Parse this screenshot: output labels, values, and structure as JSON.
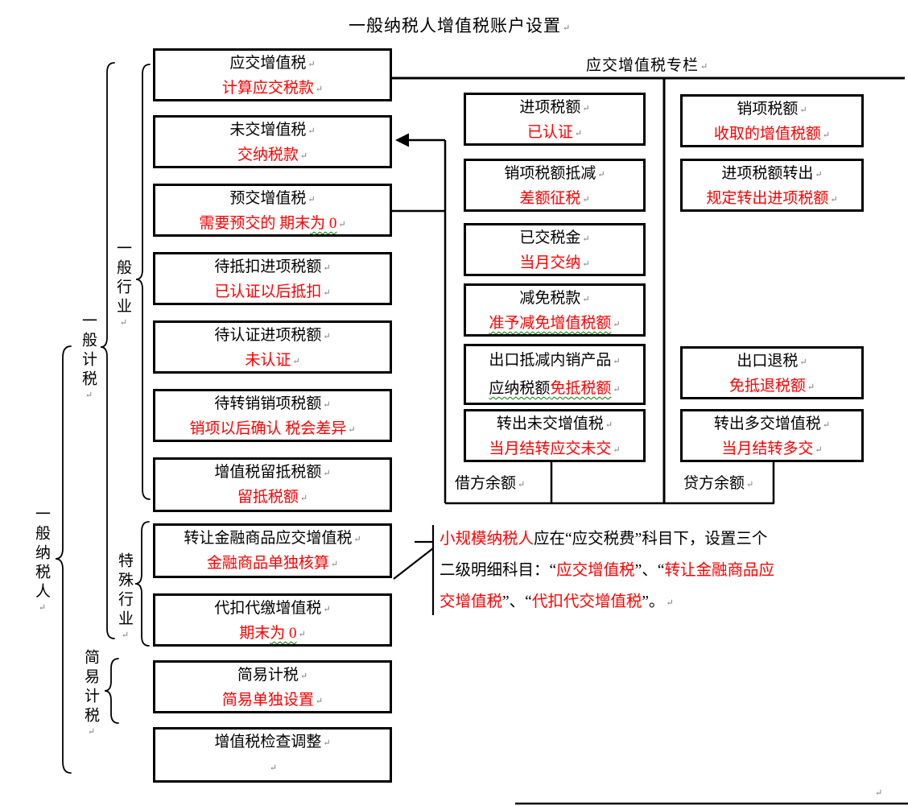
{
  "page_title": "一般纳税人增值税账户设置",
  "colors": {
    "accent_red": "#ff0000",
    "squiggle_green": "#008000",
    "line_black": "#000000"
  },
  "side_labels": {
    "general_taxpayer": "一般纳税人",
    "general_method": "一般计税",
    "general_industry": "一般行业",
    "special_industry": "特殊行业",
    "simple_method": "简易计税"
  },
  "left_column": {
    "boxes": [
      {
        "title": "应交增值税",
        "sub": "计算应交税款"
      },
      {
        "title": "未交增值税",
        "sub": "交纳税款"
      },
      {
        "title": "预交增值税",
        "sub": "需要预交的 期末",
        "sub2": "为 0"
      },
      {
        "title": "待抵扣进项税额",
        "sub": "已认证以后抵扣"
      },
      {
        "title": "待认证进项税额",
        "sub": "未认证"
      },
      {
        "title": "待转销销项税额",
        "sub": "销项以后确认 税会差异"
      },
      {
        "title": "增值税留抵税额",
        "sub": "留抵税额"
      },
      {
        "title": "转让金融商品应交增值税",
        "sub": "金融商品单独核算"
      },
      {
        "title": "代扣代缴增值税",
        "sub": "期末",
        "sub2": "为 0"
      },
      {
        "title": "简易计税",
        "sub": "简易单独设置"
      },
      {
        "title": "增值税检查调整",
        "sub": ""
      }
    ]
  },
  "t_account": {
    "header": "应交增值税专栏",
    "debit_boxes": [
      {
        "title": "进项税额",
        "sub": "已认证"
      },
      {
        "title": "销项税额抵减",
        "sub": "差额征税"
      },
      {
        "title": "已交税金",
        "sub": "当月交纳"
      },
      {
        "title": "减免税款",
        "sub": "准予减免增值税额"
      },
      {
        "title": "出口抵减内销产品",
        "line2_black": "应纳税额",
        "line2_red": "免抵税额"
      },
      {
        "title": "转出未交增值税",
        "sub": "当月结转应交未交"
      }
    ],
    "credit_boxes": [
      {
        "title": "销项税额",
        "sub": "收取的增值税额"
      },
      {
        "title": "进项税额转出",
        "sub": "规定转出进项税额"
      },
      {
        "title": "出口退税",
        "sub": "免抵退税额"
      },
      {
        "title": "转出多交增值税",
        "sub": "当月结转多交"
      }
    ],
    "debit_balance": "借方余额",
    "credit_balance": "贷方余额"
  },
  "note": {
    "l1_red": "小规模纳税人",
    "l1_black": "应在“应交税费”科目下，设置三个",
    "l2_black_a": "二级明细科目：“",
    "l2_red_a": "应交增值税",
    "l2_black_b": "”、“",
    "l2_red_b": "转让金融商品应",
    "l3_red_a": "交增值税",
    "l3_black_a": "”、“",
    "l3_red_b": "代扣代交增值税",
    "l3_black_b": "”。"
  }
}
